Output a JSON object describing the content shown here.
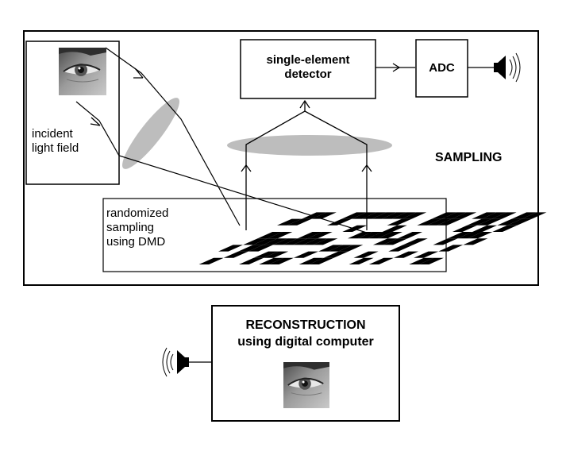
{
  "sampling": {
    "section_label": "SAMPLING",
    "scene_label_line1": "incident",
    "scene_label_line2": "light field",
    "detector_label_line1": "single-element",
    "detector_label_line2": "detector",
    "adc_label": "ADC",
    "dmd_label_line1": "randomized",
    "dmd_label_line2": "sampling",
    "dmd_label_line3": "using DMD"
  },
  "reconstruction": {
    "title_line1": "RECONSTRUCTION",
    "title_line2": "using digital computer"
  },
  "icons": {
    "eye_photo": "eye-image-icon",
    "speaker": "speaker-icon",
    "dmd": "dmd-checkerboard-icon",
    "lens": "lens-ellipse-icon"
  },
  "colors": {
    "line": "#000000",
    "lens": "#bdbdbd",
    "background": "#ffffff"
  }
}
